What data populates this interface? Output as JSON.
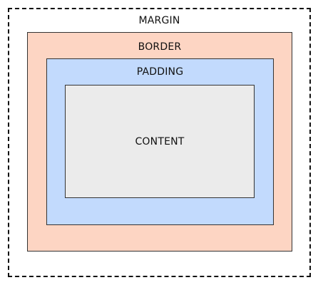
{
  "diagram": {
    "margin": {
      "label": "MARGIN",
      "fill": "#ffffff"
    },
    "border": {
      "label": "BORDER",
      "fill": "#fdd5c3"
    },
    "padding": {
      "label": "PADDING",
      "fill": "#c2dafd"
    },
    "content": {
      "label": "CONTENT",
      "fill": "#ebebeb"
    }
  }
}
